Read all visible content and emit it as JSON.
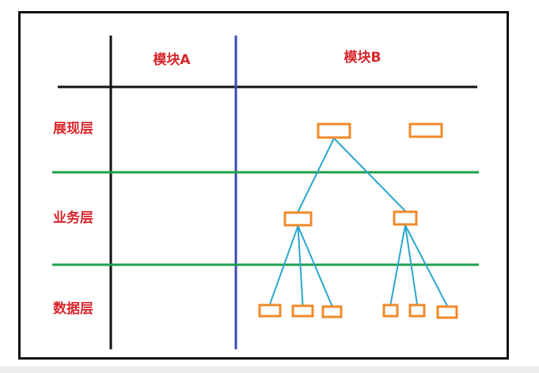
{
  "columns": {
    "a": "模块A",
    "b": "模块B"
  },
  "layers": {
    "presentation": "展现层",
    "business": "业务层",
    "data": "数据层"
  },
  "colors": {
    "label_text": "#d9262c",
    "frame_and_axes": "#111111",
    "column_divider": "#3a4bb5",
    "layer_divider": "#1f9f4a",
    "node_border": "#f08a2a",
    "connector": "#2aa7cc"
  },
  "tree": {
    "presentation_nodes": 2,
    "business_nodes": 2,
    "data_nodes": 6,
    "edges": [
      [
        "presentation-0",
        "business-0"
      ],
      [
        "presentation-0",
        "business-1"
      ],
      [
        "business-0",
        "data-0"
      ],
      [
        "business-0",
        "data-1"
      ],
      [
        "business-0",
        "data-2"
      ],
      [
        "business-1",
        "data-3"
      ],
      [
        "business-1",
        "data-4"
      ],
      [
        "business-1",
        "data-5"
      ]
    ]
  }
}
